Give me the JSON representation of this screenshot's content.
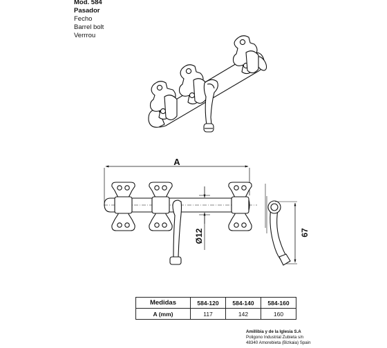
{
  "header": {
    "model": "Mod. 584",
    "name_es": "Pasador",
    "name_eu": "Fecho",
    "name_en": "Barrel bolt",
    "name_fr": "Verrrou"
  },
  "dimensions": {
    "length_label": "A",
    "diameter_label": "Ø12",
    "height_label": "67"
  },
  "spec_table": {
    "header_label": "Medidas",
    "models": [
      "584-120",
      "584-140",
      "584-160"
    ],
    "row_label": "A (mm)",
    "values": [
      "117",
      "142",
      "160"
    ]
  },
  "company": {
    "name": "Amillibia y de la Iglesia S.A",
    "line1": "Poligono Industrial Zubieta s/n",
    "line2": "48340 Amorebieta (Bizkaia) Spain"
  }
}
